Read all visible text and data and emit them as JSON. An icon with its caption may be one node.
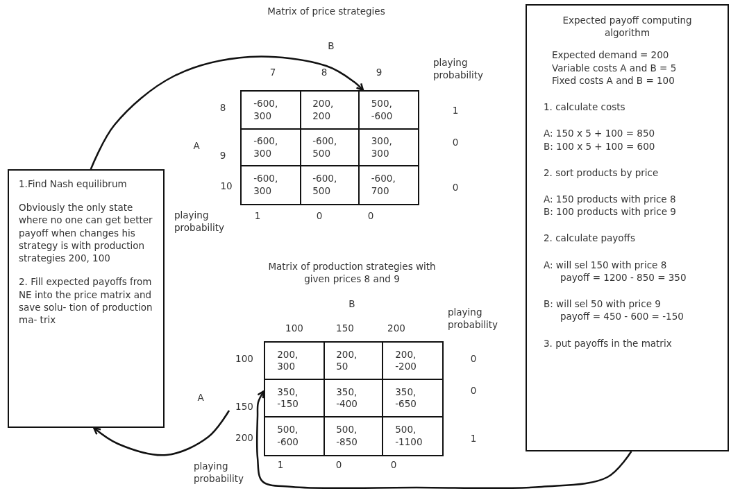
{
  "diagram": {
    "nodes": [
      {
        "text": [
          "1.Find Nash equilibrum",
          "Obviously the only state where no one can get better payoff when changes his strategy is with production strategies 200, 100",
          "2. Fill expected payoffs from NE into the price matrix and save solu- tion of production ma- trix"
        ]
      },
      {
        "text": [
          "Expected payoff computing algorithm",
          "Expected demand = 200",
          "Variable costs A and B = 5",
          "Fixed costs A and B = 100",
          "1. calculate costs",
          "A: 150 x 5 + 100 = 850",
          "B: 100 x 5 + 100 = 600",
          "2. sort products by price",
          "A: 150 products with price 8",
          "B: 100 products with price 9",
          "2. calculate payoffs",
          "A: will sel 150 with price 8",
          "payoff = 1200 - 850 = 350",
          "B: will sel 50 with price 9",
          "payoff = 450 - 600 = -150",
          "3. put payoffs in the matrix"
        ]
      },
      {
        "text": [
          "-600, 300"
        ]
      },
      {
        "text": [
          "200, 200"
        ]
      },
      {
        "text": [
          "500, -600"
        ]
      },
      {
        "text": [
          "-600, 300"
        ]
      },
      {
        "text": [
          "-600, 500"
        ]
      },
      {
        "text": [
          "300, 300"
        ]
      },
      {
        "text": [
          "-600, 300"
        ]
      },
      {
        "text": [
          "-600, 500"
        ]
      },
      {
        "text": [
          "-600, 700"
        ]
      },
      {
        "text": [
          "200, 300"
        ]
      },
      {
        "text": [
          "200, 50"
        ]
      },
      {
        "text": [
          "200, -200"
        ]
      },
      {
        "text": [
          "350, -150"
        ]
      },
      {
        "text": [
          "350, -400"
        ]
      },
      {
        "text": [
          "350, -650"
        ]
      },
      {
        "text": [
          "500, -600"
        ]
      },
      {
        "text": [
          "500, -850"
        ]
      },
      {
        "text": [
          "500, -1100"
        ]
      }
    ],
    "edges": [
      {
        "from": 0,
        "to": 4,
        "arrow": "to"
      },
      {
        "from": null,
        "to": 0,
        "arrow": "to"
      },
      {
        "from": 1,
        "to": 14,
        "arrow": "to"
      }
    ],
    "labels": [
      "Matrix of price strategies",
      "B",
      "7",
      "8",
      "9",
      "playing probability",
      "8",
      "1",
      "A",
      "9",
      "0",
      "10",
      "0",
      "playing probability",
      "1",
      "0",
      "0",
      "Matrix of production strategies with given prices 8 and 9",
      "B",
      "100",
      "150",
      "200",
      "playing probability",
      "100",
      "0",
      "0",
      "A",
      "150",
      "200",
      "1",
      "playing probability",
      "1",
      "0",
      "0"
    ]
  }
}
